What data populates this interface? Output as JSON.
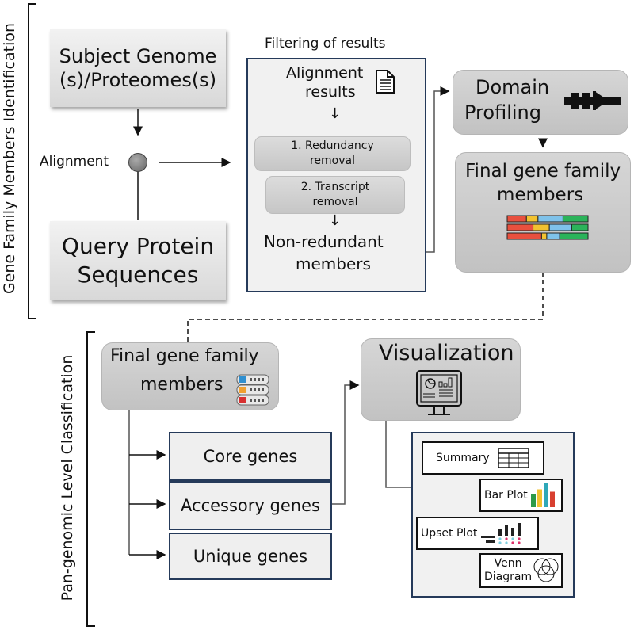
{
  "sections": {
    "top_label": "Gene Family Members Identification",
    "bottom_label": "Pan-genomic Level Classification"
  },
  "inputs": {
    "subject": "Subject Genome (s)/Proteomes(s)",
    "subject_line1": "Subject Genome",
    "subject_line2": "(s)/Proteomes(s)",
    "query_line1": "Query Protein",
    "query_line2": "Sequences",
    "alignment_label": "Alignment"
  },
  "filtering": {
    "heading": "Filtering of results",
    "alignment_results_line1": "Alignment",
    "alignment_results_line2": "results",
    "step1_line1": "1. Redundancy",
    "step1_line2": "removal",
    "step2_line1": "2. Transcript",
    "step2_line2": "removal",
    "output_line1": "Non-redundant",
    "output_line2": "members",
    "icon": "document-icon"
  },
  "domain_profiling": {
    "line1": "Domain",
    "line2": "Profiling",
    "icon": "domain-arrow-icon"
  },
  "final_members_top": {
    "line1": "Final gene family",
    "line2": "members",
    "icon": "gene-bars-icon",
    "bar_colors": [
      "#e8503e",
      "#f2c230",
      "#7fc2ea",
      "#2bb35a"
    ]
  },
  "final_members_bottom": {
    "line1": "Final gene family",
    "line2": "members",
    "icon": "database-icon",
    "db_colors": [
      "#2f8fd0",
      "#f0a030",
      "#d83030"
    ]
  },
  "classes": [
    {
      "label": "Core genes"
    },
    {
      "label": "Accessory genes"
    },
    {
      "label": "Unique genes"
    }
  ],
  "visualization": {
    "title": "Visualization",
    "icon": "monitor-dashboard-icon",
    "items": [
      {
        "label": "Summary",
        "icon": "table-icon"
      },
      {
        "label": "Bar Plot",
        "icon": "bar-chart-icon"
      },
      {
        "label": "Upset Plot",
        "icon": "upset-plot-icon"
      },
      {
        "label_line1": "Venn",
        "label_line2": "Diagram",
        "icon": "venn-icon"
      }
    ],
    "bar_colors": [
      "#2e9a48",
      "#f2c230",
      "#2ea8b8",
      "#d84030"
    ]
  }
}
